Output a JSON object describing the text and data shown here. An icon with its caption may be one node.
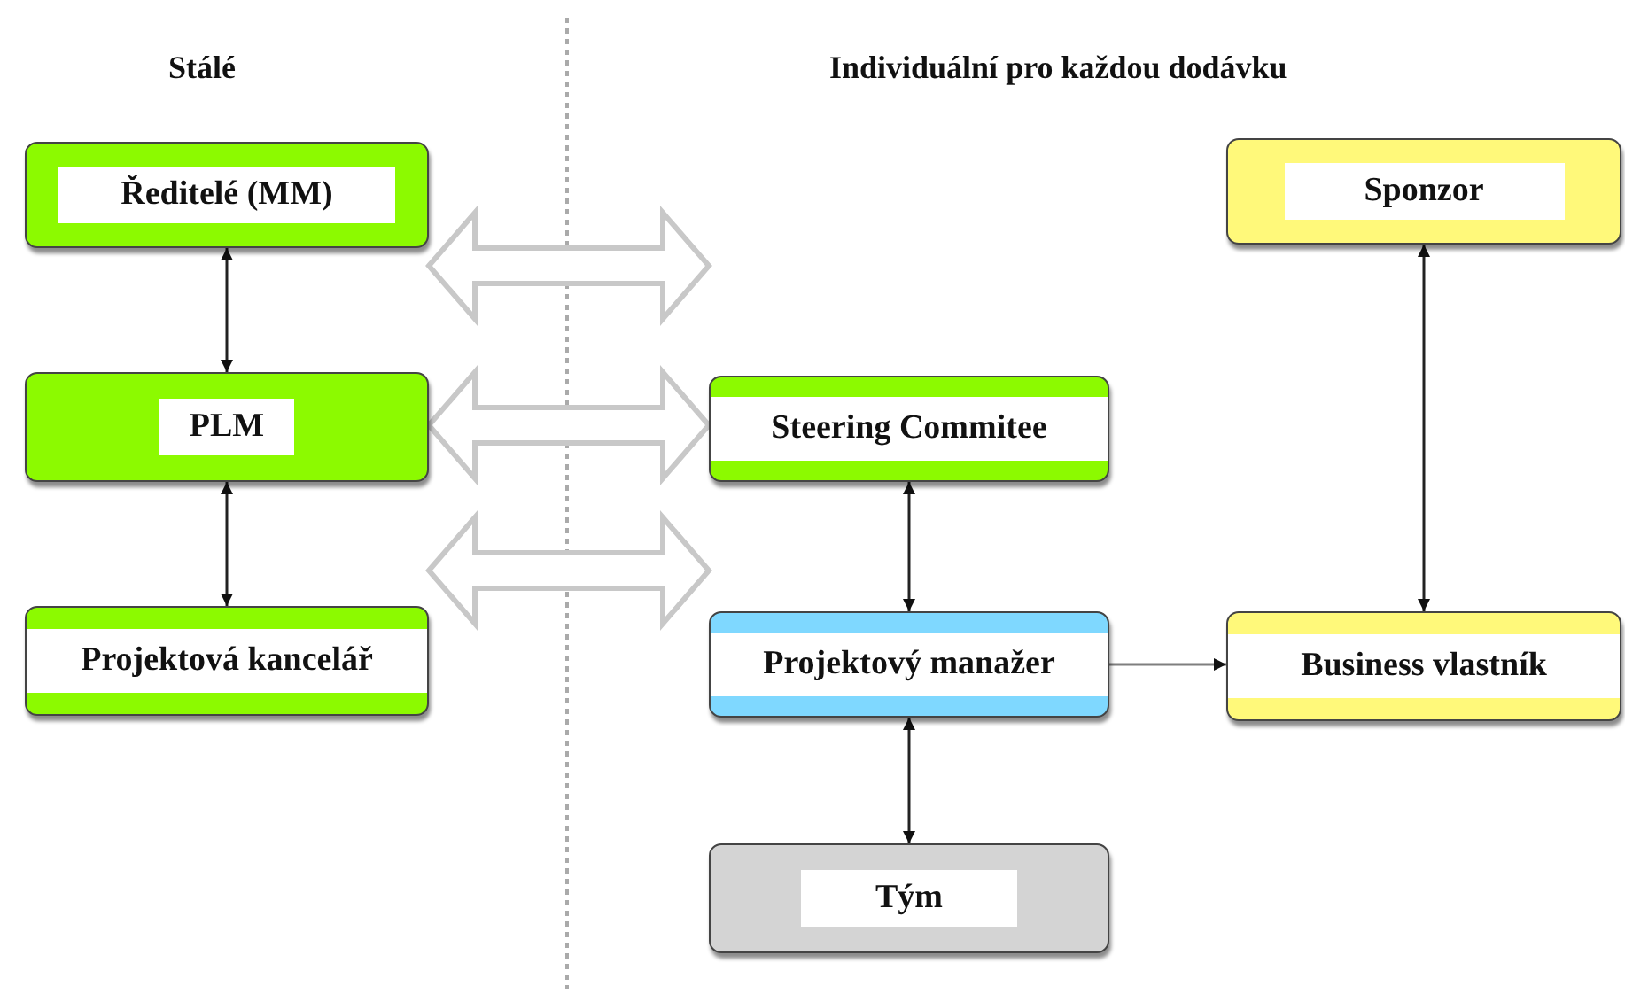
{
  "diagram": {
    "nodes": [
      {
        "text": [
          "Ředitelé (MM)"
        ]
      },
      {
        "text": [
          "PLM"
        ]
      },
      {
        "text": [
          "Projektová kancelář"
        ]
      },
      {
        "text": [
          "Sponzor"
        ]
      },
      {
        "text": [
          "Steering Commitee"
        ]
      },
      {
        "text": [
          "Projektový manažer"
        ]
      },
      {
        "text": [
          "Business vlastník"
        ]
      },
      {
        "text": [
          "Tým"
        ]
      }
    ],
    "edges": [
      {
        "from": 0,
        "to": 1,
        "arrow": "both"
      },
      {
        "from": 1,
        "to": 2,
        "arrow": "both"
      },
      {
        "from": 3,
        "to": 6,
        "arrow": "both"
      },
      {
        "from": 4,
        "to": 5,
        "arrow": "both"
      },
      {
        "from": 5,
        "to": 7,
        "arrow": "both"
      },
      {
        "from": 5,
        "to": 6,
        "arrow": "to",
        "color": "#7f7f7f"
      },
      {
        "from": 0,
        "to": null,
        "arrow": "both",
        "style": "thick",
        "color": "#c8c8c8"
      },
      {
        "from": 1,
        "to": 4,
        "arrow": "both",
        "style": "thick",
        "color": "#c8c8c8"
      },
      {
        "from": 2,
        "to": 5,
        "arrow": "both",
        "style": "thick",
        "color": "#c8c8c8"
      }
    ],
    "labels": [
      "Stálé",
      "Individuální pro každou dodávku"
    ]
  }
}
